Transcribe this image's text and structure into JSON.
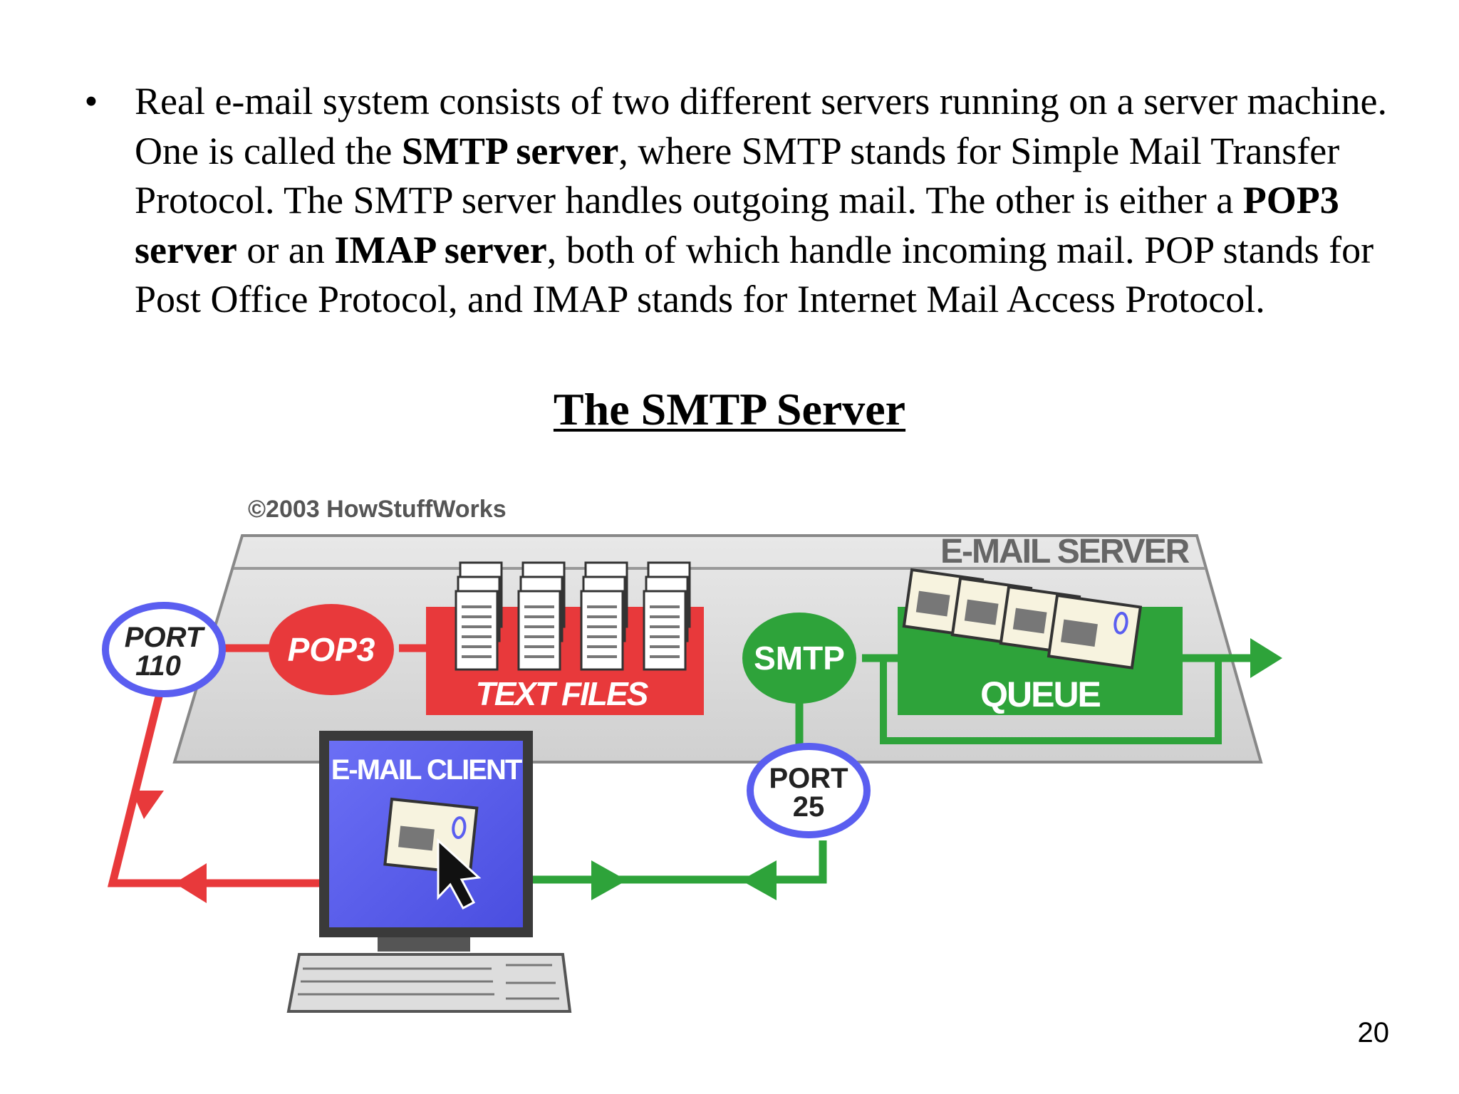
{
  "slide": {
    "bullet": {
      "symbol": "•",
      "segments": [
        {
          "text": "Real e-mail system consists of two different servers running on a server machine. One is called the ",
          "bold": false
        },
        {
          "text": "SMTP server",
          "bold": true
        },
        {
          "text": ", where SMTP stands for Simple Mail Transfer Protocol. The SMTP server handles outgoing mail. The other is either a ",
          "bold": false
        },
        {
          "text": "POP3 server",
          "bold": true
        },
        {
          "text": " or an ",
          "bold": false
        },
        {
          "text": "IMAP server",
          "bold": true
        },
        {
          "text": ", both of which handle incoming mail. POP stands for Post Office Protocol, and IMAP stands for Internet Mail Access Protocol.",
          "bold": false
        }
      ]
    },
    "heading": "The SMTP Server",
    "page_number": "20"
  },
  "diagram": {
    "copyright": "©2003 HowStuffWorks",
    "server_label": "E-MAIL SERVER",
    "port110_line1": "PORT",
    "port110_line2": "110",
    "pop3_label": "POP3",
    "text_files_label": "TEXT FILES",
    "smtp_label": "SMTP",
    "queue_label": "QUEUE",
    "port25_line1": "PORT",
    "port25_line2": "25",
    "client_label": "E-MAIL CLIENT",
    "colors": {
      "red": "#e8393b",
      "green": "#2ea33a",
      "blue": "#5a5ef0",
      "server_gray": "#d9d9d9"
    }
  }
}
